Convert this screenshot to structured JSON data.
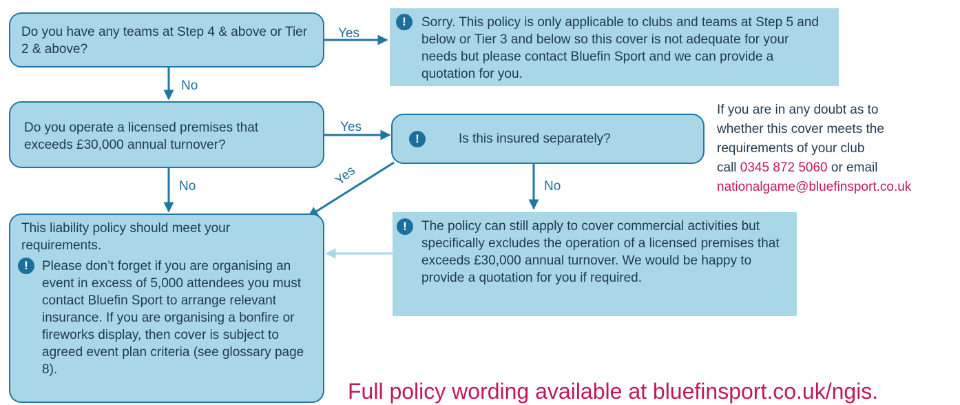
{
  "q1": {
    "text": "Do you have any teams at Step 4 & above or Tier 2 & above?"
  },
  "r1": {
    "icon": "exclamation-icon",
    "text": "Sorry. This policy is only applicable to clubs and teams at Step 5 and below or Tier 3 and below so this cover is not adequate for your needs but please contact Bluefin Sport and we can provide a quotation for you."
  },
  "q2": {
    "text": "Do you operate a licensed premises that exceeds £30,000 annual turnover?"
  },
  "q3": {
    "icon": "exclamation-icon",
    "text": "Is this insured separately?"
  },
  "result": {
    "text": "This liability policy should meet your requirements.",
    "icon": "exclamation-icon",
    "note": "Please don’t forget if you are organising an event in excess of 5,000 attendees you must contact Bluefin Sport to arrange relevant insurance. If you are organising a bonfire or fireworks display, then cover is subject to agreed event plan criteria (see glossary page 8)."
  },
  "r3": {
    "icon": "exclamation-icon",
    "text": "The policy can still apply to cover commercial activities but specifically excludes the operation of a licensed premises that exceeds £30,000 annual turnover. We would be happy to provide a quotation for you if required."
  },
  "labels": {
    "yes1": "Yes",
    "no1": "No",
    "yes2": "Yes",
    "no2": "No",
    "yes3": "Yes",
    "no3": "No"
  },
  "side_note": {
    "line1": "If you are in any doubt as to",
    "line2": "whether this cover meets the",
    "line3": "requirements of your club",
    "call": "call",
    "phone": "0345 872 5060",
    "or_email": "or email",
    "email": "nationalgame@bluefinsport.co.uk"
  },
  "footer": "Full policy wording available at bluefinsport.co.uk/ngis.",
  "colors": {
    "box_fill": "#a9d7e7",
    "border": "#1f77a3",
    "accent": "#c2185b",
    "light_arrow": "#a9d7e7"
  }
}
